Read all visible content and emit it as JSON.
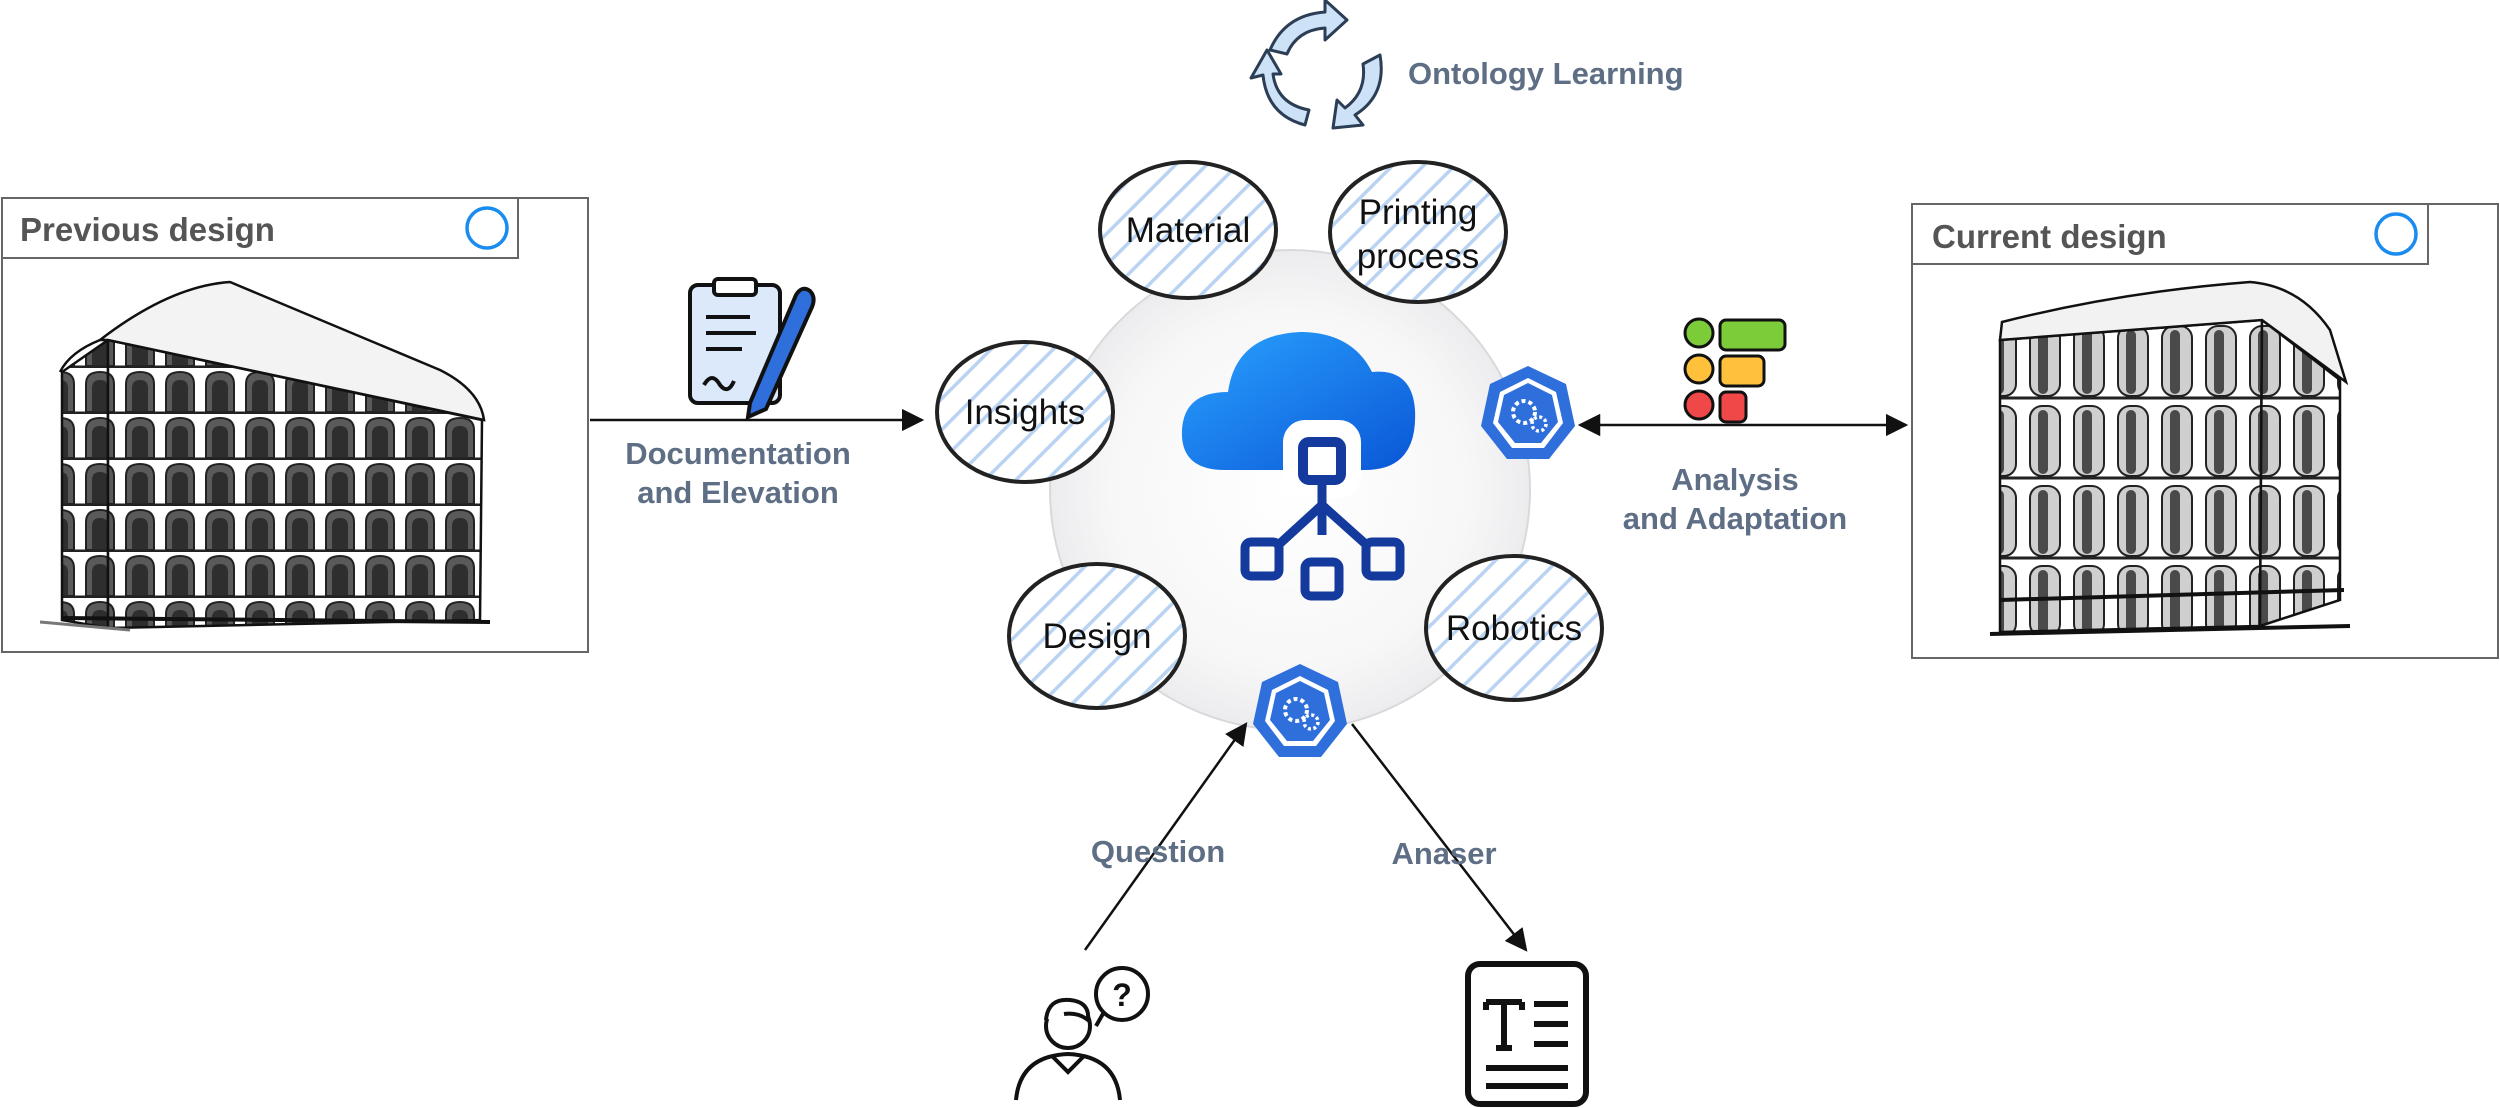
{
  "diagram": {
    "ontology_label": "Ontology Learning",
    "panels": {
      "previous": {
        "title": "Previous design"
      },
      "current": {
        "title": "Current design"
      }
    },
    "nodes": {
      "material": "Material",
      "printing": [
        "Printing",
        "process"
      ],
      "insights": "Insights",
      "design": "Design",
      "robotics": "Robotics"
    },
    "flows": {
      "documentation": [
        "Documentation",
        "and Elevation"
      ],
      "analysis": [
        "Analysis",
        "and Adaptation"
      ],
      "question": "Question",
      "answer": "Anaser"
    },
    "icons": {
      "cycle": "refresh-cycle-icon",
      "document": "signed-document-icon",
      "feedback": "feedback-emoji-icon",
      "cloud": "cloud-network-icon",
      "hub": "gear-hexagon-icon",
      "user": "user-question-icon",
      "text": "text-document-icon"
    },
    "colors": {
      "accent": "#1a73e8",
      "hub": "#3d7be0",
      "label": "#5e6e85"
    }
  }
}
